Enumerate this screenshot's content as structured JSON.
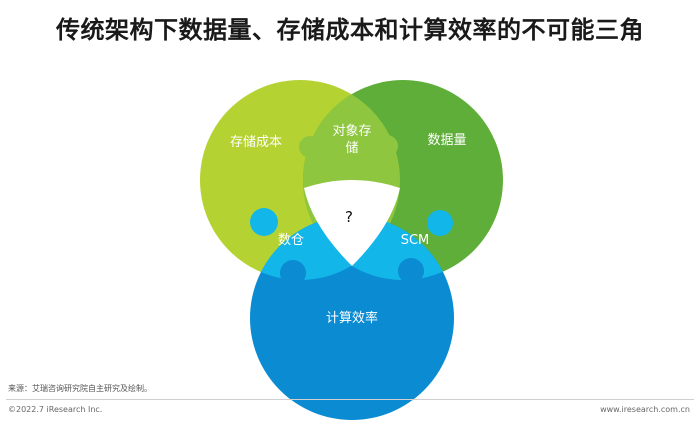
{
  "title": "传统架构下数据量、存储成本和计算效率的不可能三角",
  "diagram": {
    "circles": {
      "storage_cost": "存储成本",
      "data_volume": "数据量",
      "compute_efficiency": "计算效率"
    },
    "overlaps": {
      "storage_data": [
        "对象存",
        "储"
      ],
      "storage_compute": "数仓",
      "data_compute": "SCM",
      "center": "?"
    },
    "colors": {
      "storage_cost": "#b4d333",
      "storage_data_overlap": "#8ec63f",
      "data_volume": "#5fae3a",
      "compute_efficiency": "#0a8bd2",
      "compute_overlaps": "#12b6e9"
    }
  },
  "footer": {
    "source": "来源：艾瑞咨询研究院自主研究及绘制。",
    "copyright": "©2022.7 iResearch Inc.",
    "website": "www.iresearch.com.cn"
  }
}
